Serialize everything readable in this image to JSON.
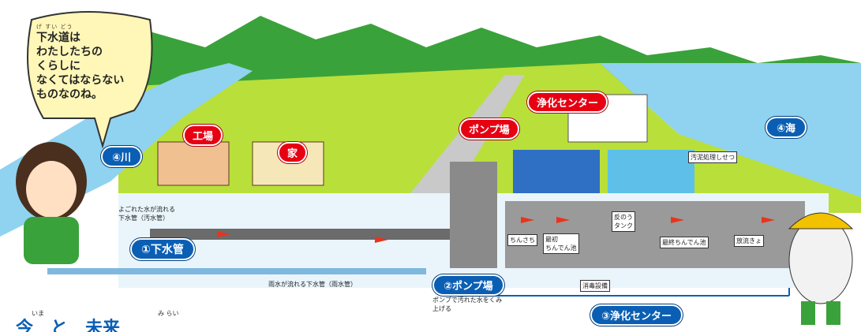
{
  "speech_bubble": {
    "ruby": "げ すい どう",
    "lines": [
      "下水道は",
      "わたしたちの",
      "くらしに",
      "なくてはならない",
      "ものなのね。"
    ]
  },
  "labels": {
    "factory": "工場",
    "house": "家",
    "pump_station": "ポンプ場",
    "purification_center": "浄化センター",
    "river": "④川",
    "sea": "④海",
    "sewer_pipe": "①下水管",
    "pump_station_numbered": "②ポンプ場",
    "purification_center_numbered": "③浄化センター"
  },
  "annotations": {
    "dirty_water_pipe": "よごれた水が流れる\n下水管（汚水管）",
    "rain_water_pipe": "雨水が流れる下水管（雨水管）",
    "pump_note": "ポンプで汚れた水をくみ\n上げる",
    "sedimentation": "ちんさち",
    "first_tank": "最初\nちんでん池",
    "reaction_tank": "反のう\nタンク",
    "final_tank": "最終ちんでん池",
    "disinfection": "消毒設備",
    "discharge": "放流きょ",
    "sludge_treatment": "汚泥処理しせつ"
  },
  "bottom_heading": {
    "ruby_left": "いま",
    "ruby_right": "み らい",
    "text": "今　と　未来"
  },
  "colors": {
    "sky": "#ffffff",
    "mountain": "#3aa23a",
    "grass": "#b9df3a",
    "water": "#8fd3f0",
    "pipe": "#6b6b6b",
    "tag_red": "#e60012",
    "tag_blue": "#0a5fb4",
    "arrow": "#e8341c"
  }
}
